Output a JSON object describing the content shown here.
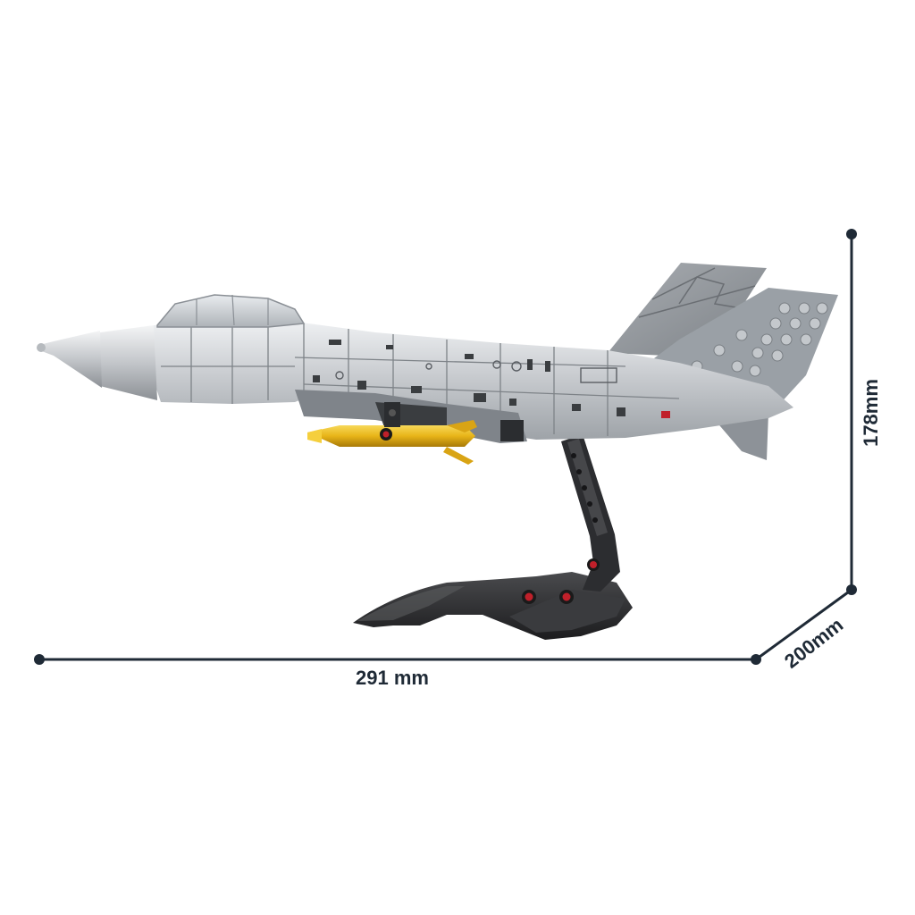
{
  "product": {
    "image_name": "jet-fighter-brick-model",
    "colors": {
      "silver": "#c9ccd0",
      "dark_gray": "#8a8f95",
      "stand_black": "#2a2a2c",
      "missile_gold": "#e8b418",
      "accent_red": "#c0202a",
      "dimension_line": "#1f2a36"
    }
  },
  "dimensions": {
    "width_label": "291 mm",
    "height_label": "178mm",
    "depth_label": "200mm"
  }
}
